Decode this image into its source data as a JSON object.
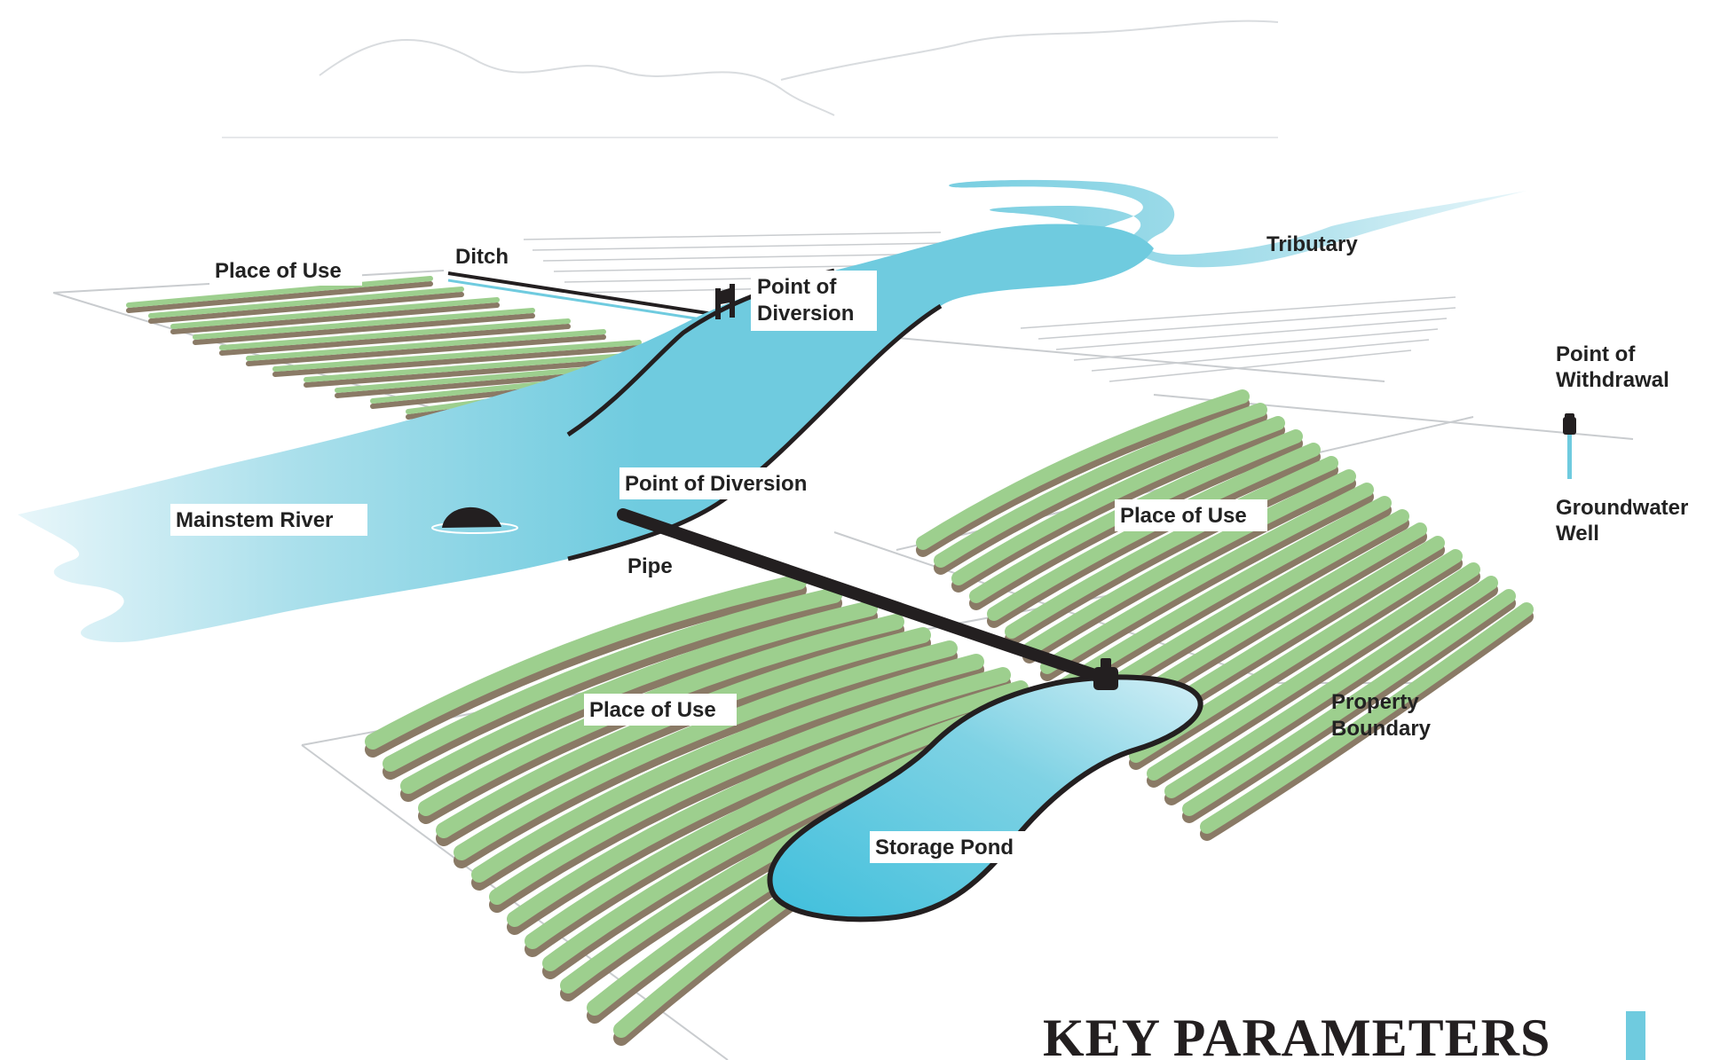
{
  "labels": {
    "place_of_use_top_left": "Place of Use",
    "ditch": "Ditch",
    "point_of_diversion_top_line1": "Point of",
    "point_of_diversion_top_line2": "Diversion",
    "tributary": "Tributary",
    "point_of_withdrawal_line1": "Point of",
    "point_of_withdrawal_line2": "Withdrawal",
    "groundwater_well_line1": "Groundwater",
    "groundwater_well_line2": "Well",
    "place_of_use_right": "Place of Use",
    "point_of_diversion_middle": "Point of Diversion",
    "mainstem_river": "Mainstem River",
    "pipe": "Pipe",
    "place_of_use_bottom": "Place of Use",
    "property_boundary_line1": "Property",
    "property_boundary_line2": "Boundary",
    "storage_pond": "Storage Pond"
  },
  "title": "KEY PARAMETERS",
  "colors": {
    "water": "#6fcbdf",
    "water_light": "#d7f0f6",
    "crop": "#9dcf8e",
    "soil": "#8a7a66",
    "outline": "#231f20",
    "accent_bar": "#6fcbdf"
  }
}
